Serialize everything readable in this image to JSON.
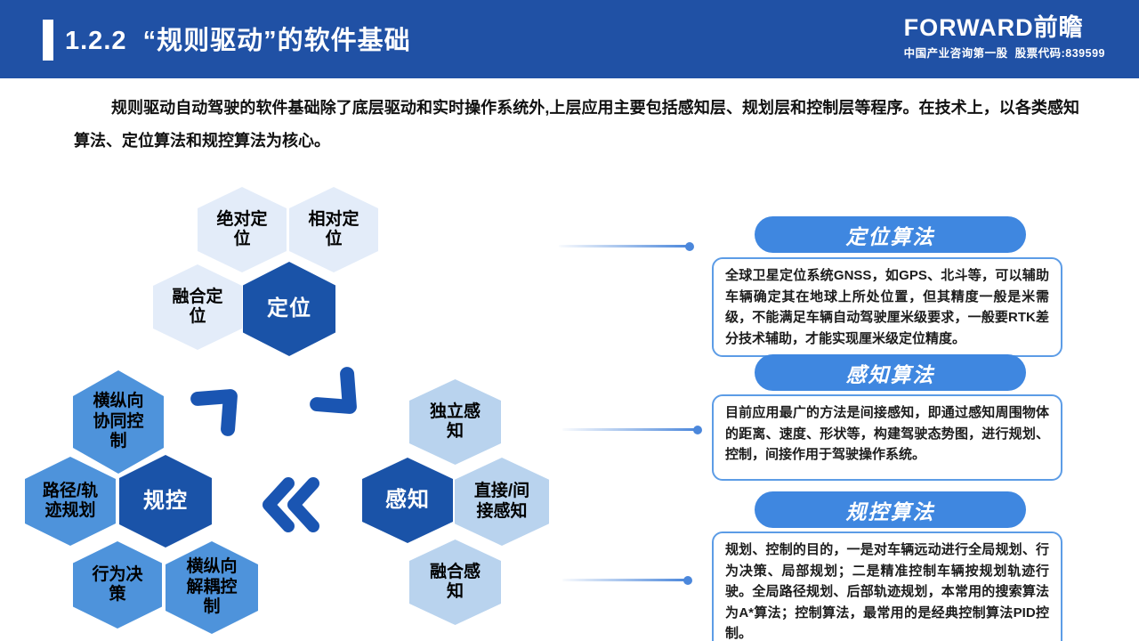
{
  "header": {
    "title": "1.2.2  “规则驱动”的软件基础",
    "brand": "FORWARD前瞻",
    "brand_tagline": "中国产业咨询第一股  股票代码:839599"
  },
  "intro": "规则驱动自动驾驶的软件基础除了底层驱动和实时操作系统外,上层应用主要包括感知层、规划层和控制层等程序。在技术上，以各类感知算法、定位算法和规控算法为核心。",
  "diagram": {
    "positioning": {
      "center": "定位",
      "sat_absolute": "绝对定\n位",
      "sat_relative": "相对定\n位",
      "sat_fusion": "融合定\n位"
    },
    "perception": {
      "center": "感知",
      "sat_independent": "独立感\n知",
      "sat_direct": "直接/间\n接感知",
      "sat_fusion": "融合感\n知"
    },
    "planning": {
      "center": "规控",
      "sat_coordinated": "横纵向\n协同控\n制",
      "sat_path": "路径/轨\n迹规划",
      "sat_behavior": "行为决\n策",
      "sat_decoupled": "横纵向\n解耦控\n制"
    }
  },
  "panels": {
    "positioning": {
      "title": "定位算法",
      "body": "全球卫星定位系统GNSS，如GPS、北斗等，可以辅助车辆确定其在地球上所处位置，但其精度一般是米需级，不能满足车辆自动驾驶厘米级要求，一般要RTK差分技术辅助，才能实现厘米级定位精度。"
    },
    "perception": {
      "title": "感知算法",
      "body": "目前应用最广的方法是间接感知，即通过感知周围物体的距离、速度、形状等，构建驾驶态势图，进行规划、控制，间接作用于驾驶操作系统。"
    },
    "planning": {
      "title": "规控算法",
      "body": "规划、控制的目的，一是对车辆远动进行全局规划、行为决策、局部规划；二是精准控制车辆按规划轨迹行驶。全局路径规划、后部轨迹规划，本常用的搜索算法为A*算法；控制算法，最常用的是经典控制算法PID控制。"
    }
  },
  "colors": {
    "header_bg": "#2051A5",
    "hex_dark": "#1A53A8",
    "hex_light": "#E3ECF9",
    "hex_medium": "#B9D3EE",
    "hex_strong": "#4E93DB",
    "pill_bg": "#3F87E0",
    "box_border": "#5C9CE6",
    "arrow": "#1A55B2",
    "connector": "#4B87DB"
  }
}
